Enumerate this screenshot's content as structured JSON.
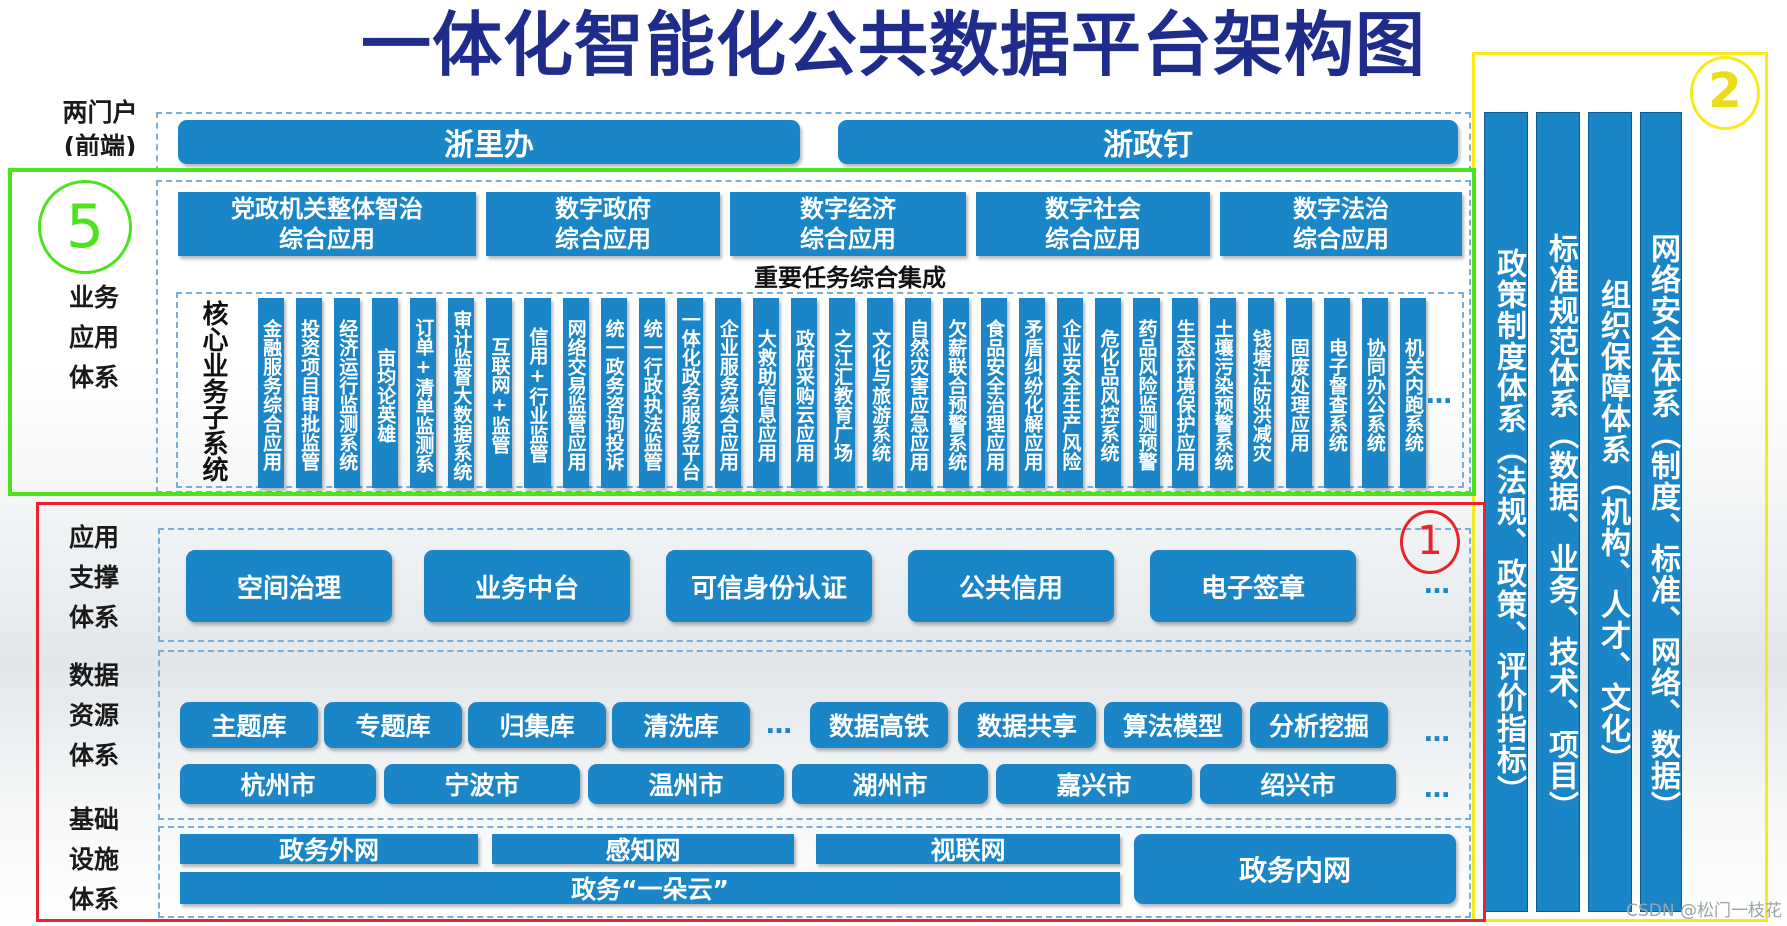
{
  "title": "一体化智能化公共数据平台架构图",
  "layers": {
    "portal": "两门户\n(前端)",
    "business": "业务\n应用\n体系",
    "support": "应用\n支撑\n体系",
    "data": "数据\n资源\n体系",
    "infra": "基础\n设施\n体系"
  },
  "portals": [
    "浙里办",
    "浙政钉"
  ],
  "integrated_apps": [
    "党政机关整体智治\n综合应用",
    "数字政府\n综合应用",
    "数字经济\n综合应用",
    "数字社会\n综合应用",
    "数字法治\n综合应用"
  ],
  "integration_label": "重要任务综合集成",
  "core_label": "核心业务子系统",
  "subsystems": [
    "金融服务综合应用",
    "投资项目审批监管",
    "经济运行监测系统",
    "亩均论英雄",
    "订单+清单监测系",
    "审计监督大数据系统",
    "互联网+监管",
    "信用+行业监管",
    "网络交易监管应用",
    "统一政务咨询投诉",
    "统一行政执法监管",
    "一体化政务服务平台",
    "企业服务综合应用",
    "大救助信息应用",
    "政府采购云应用",
    "之江汇教育广场",
    "文化与旅游系统",
    "自然灾害应急应用",
    "欠薪联合预警系统",
    "食品安全治理应用",
    "矛盾纠纷化解应用",
    "企业安全生产风险",
    "危化品风控系统",
    "药品风险监测预警",
    "生态环境保护应用",
    "土壤污染预警系统",
    "钱塘江防洪减灾",
    "固废处理应用",
    "电子督查系统",
    "协同办公系统",
    "机关内跑系统"
  ],
  "ellipsis": "…",
  "support_items": [
    "空间治理",
    "业务中台",
    "可信身份认证",
    "公共信用",
    "电子签章"
  ],
  "data_row1": [
    "主题库",
    "专题库",
    "归集库",
    "清洗库",
    "数据高铁",
    "数据共享",
    "算法模型",
    "分析挖掘"
  ],
  "data_row2": [
    "杭州市",
    "宁波市",
    "温州市",
    "湖州市",
    "嘉兴市",
    "绍兴市"
  ],
  "infra": {
    "extranet": "政务外网",
    "sensing": "感知网",
    "video": "视联网",
    "cloud": "政务“一朵云”",
    "intranet": "政务内网"
  },
  "pillars": [
    "政策制度体系（法规、政策、评价指标）",
    "标准规范体系（数据、业务、技术、项目）",
    "组织保障体系（机构、人才、文化）",
    "网络安全体系（制度、标准、网络、数据）"
  ],
  "annotations": {
    "one": "1",
    "two": "2",
    "five": "5"
  },
  "watermark": "CSDN @松门一枝花",
  "colors": {
    "block": "#1a86c7",
    "title": "#1f2c8c",
    "green_box": "#4be31c",
    "red_box": "#e8232b",
    "yellow_box": "#f6ea1a"
  }
}
